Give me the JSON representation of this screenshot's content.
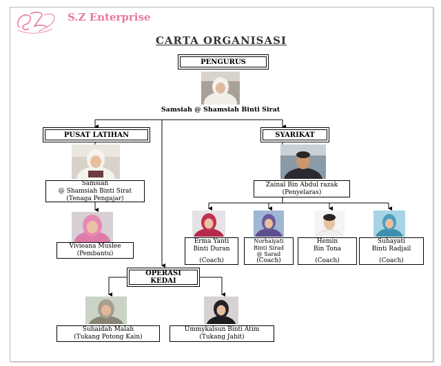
{
  "header": {
    "brand": "S.Z Enterprise",
    "title": "CARTA ORGANISASI"
  },
  "colors": {
    "brand": "#e8799e",
    "line": "#000000"
  },
  "pengurus": {
    "label": "PENGURUS",
    "name": "Samsiah @ Shamsiah Binti Sirat"
  },
  "pusat_latihan": {
    "label": "PUSAT LATIHAN",
    "head": {
      "name1": "Samsiah",
      "name2": "@ Shamsiah Binti Sirat",
      "role": "(Tenaga Pengajar)"
    },
    "assistant": {
      "name": "Vivieana Muslee",
      "role": "(Pembantu)"
    }
  },
  "syarikat": {
    "label": "SYARIKAT",
    "head": {
      "name": "Zainal Bin Abdul razak",
      "role": "(Penyelaras)"
    },
    "coaches": [
      {
        "name1": "Erma Yanti",
        "name2": "Binti Duran",
        "name3": "",
        "role": "(Coach)"
      },
      {
        "name1": "Norhaiyati",
        "name2": "Binti Sirad",
        "name3": "@ Sarad",
        "role": "(Coach)"
      },
      {
        "name1": "Hemin",
        "name2": "Bin Tona",
        "name3": "",
        "role": "(Coach)"
      },
      {
        "name1": "Suhayati",
        "name2": "Binti Radjail",
        "name3": "",
        "role": "(Coach)"
      }
    ]
  },
  "operasi": {
    "label_line1": "OPERASI",
    "label_line2": "KEDAI",
    "staff": [
      {
        "name": "Suhaidah Malah",
        "role": "(Tukang Potong Kain)"
      },
      {
        "name": "Ummykalsun Binti Atim",
        "role": "(Tukang Jahit)"
      }
    ]
  }
}
